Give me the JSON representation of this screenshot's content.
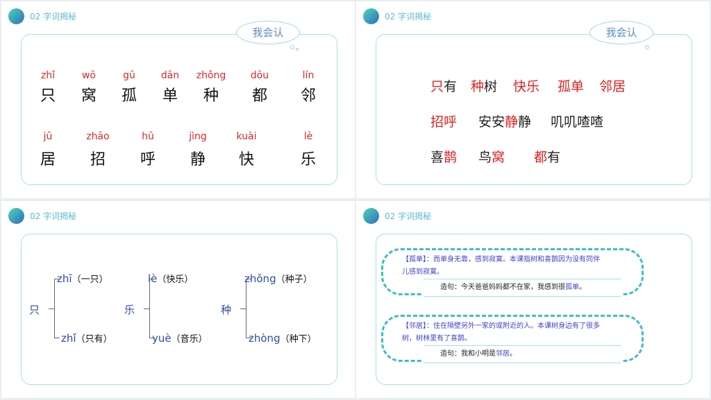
{
  "header": "02 字词揭秘",
  "cloud": "我会认",
  "slide1": {
    "row1": [
      {
        "py": "zhǐ",
        "hz": "只"
      },
      {
        "py": "wō",
        "hz": "窝"
      },
      {
        "py": "gū",
        "hz": "孤"
      },
      {
        "py": "dān",
        "hz": "单"
      },
      {
        "py": "zhǒng",
        "hz": "种"
      },
      {
        "py": "dōu",
        "hz": "都"
      },
      {
        "py": "lín",
        "hz": "邻"
      }
    ],
    "row2": [
      {
        "py": "jū",
        "hz": "居"
      },
      {
        "py": "zhāo",
        "hz": "招"
      },
      {
        "py": "hū",
        "hz": "呼"
      },
      {
        "py": "jìng",
        "hz": "静"
      },
      {
        "py": "kuài",
        "hz": "快"
      },
      {
        "py": "lè",
        "hz": "乐"
      }
    ]
  },
  "slide2": {
    "words": [
      [
        {
          "t": "只",
          "red": true
        },
        {
          "t": "有",
          "red": false
        }
      ],
      [
        {
          "t": "种",
          "red": true
        },
        {
          "t": "树",
          "red": false
        }
      ],
      [
        {
          "t": "快乐",
          "red": true
        }
      ],
      [
        {
          "t": "孤单",
          "red": true
        }
      ],
      [
        {
          "t": "邻居",
          "red": true
        }
      ],
      [
        {
          "t": "招呼",
          "red": true
        }
      ],
      [
        {
          "t": "安安",
          "red": false
        },
        {
          "t": "静",
          "red": true
        },
        {
          "t": "静",
          "red": false
        }
      ],
      [
        {
          "t": "叽叽喳喳",
          "red": false
        }
      ],
      [
        {
          "t": "喜",
          "red": false
        },
        {
          "t": "鹊",
          "red": true
        }
      ],
      [
        {
          "t": "鸟",
          "red": false
        },
        {
          "t": "窝",
          "red": true
        }
      ],
      [
        {
          "t": "都",
          "red": true
        },
        {
          "t": "有",
          "red": false
        }
      ]
    ]
  },
  "slide3": {
    "groups": [
      {
        "char": "只",
        "a": {
          "py": "zhī",
          "w": "（一只）"
        },
        "b": {
          "py": "zhǐ",
          "w": "（只有）"
        }
      },
      {
        "char": "乐",
        "a": {
          "py": "lè",
          "w": "（快乐）"
        },
        "b": {
          "py": "yuè",
          "w": "（音乐）"
        }
      },
      {
        "char": "种",
        "a": {
          "py": "zhǒng",
          "w": "（种子）"
        },
        "b": {
          "py": "zhòng",
          "w": "（种下）"
        }
      }
    ]
  },
  "slide4": {
    "items": [
      {
        "term": "【孤单】",
        "def": "：而单身无靠，感到寂寞。本课指树和喜鹊因为没有同伴儿感到寂寞。",
        "ex_label": "造句：今天爸爸妈妈都不在家，我感到很",
        "ex_word": "孤单",
        "ex_end": "。"
      },
      {
        "term": "【邻居】",
        "def": "：住在隔壁另外一家的或附近的人。本课树身边有了很多树，树林里有了喜鹊。",
        "ex_label": "造句：我和小明是",
        "ex_word": "邻居",
        "ex_end": "。"
      }
    ]
  }
}
